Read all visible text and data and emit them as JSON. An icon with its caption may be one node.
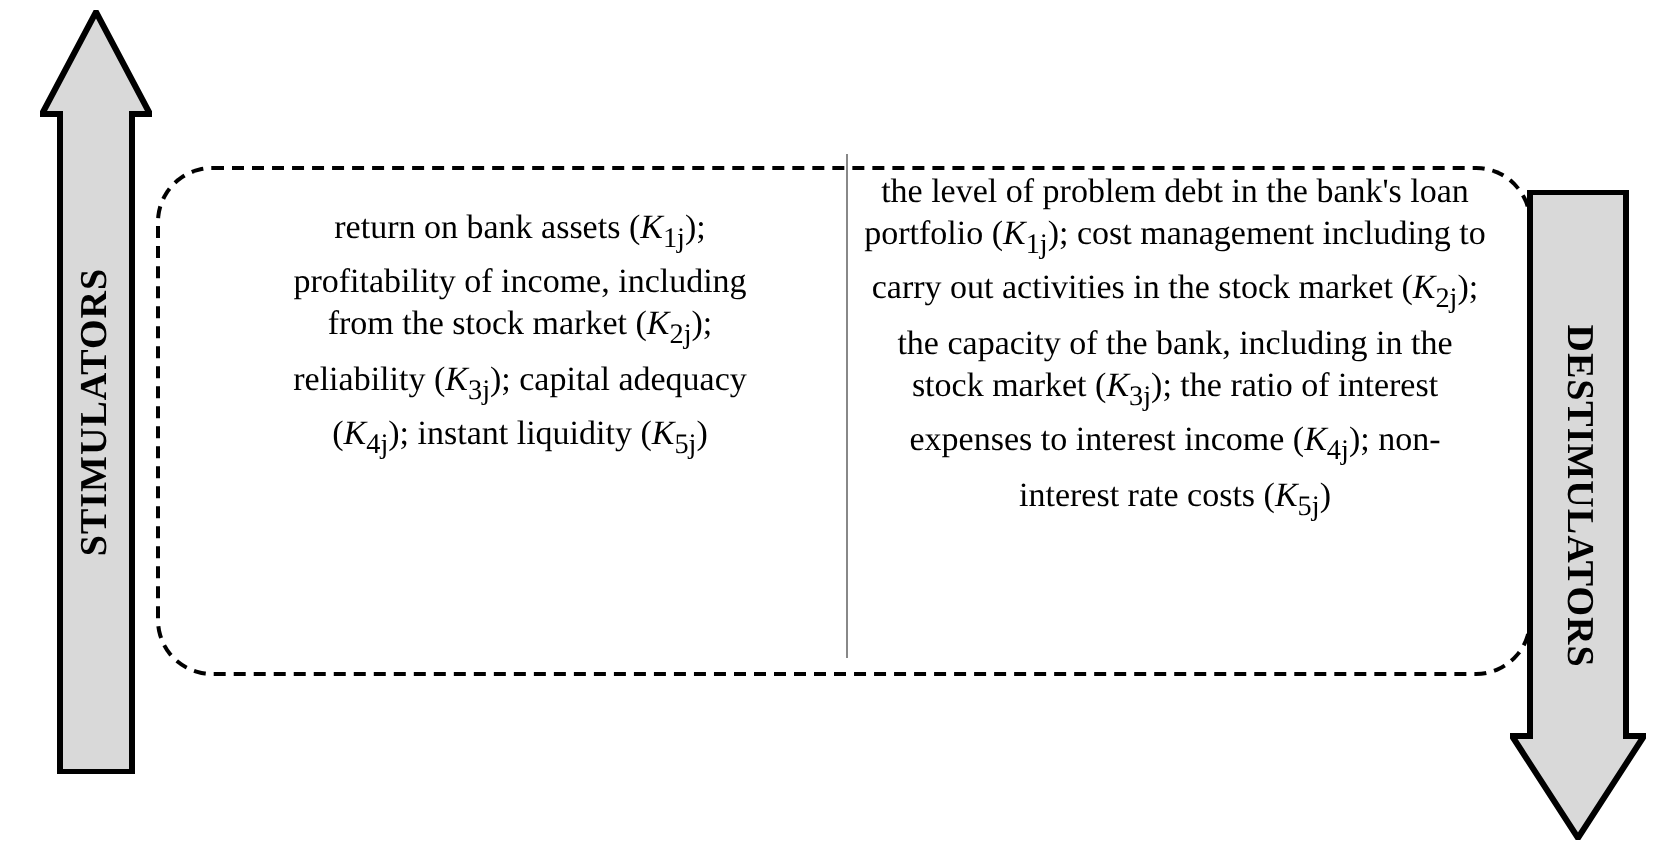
{
  "diagram": {
    "nodes": [
      {
        "text": [
          "STIMULATORS"
        ]
      },
      {
        "text": [
          "return on bank assets (*K*$_{1j}$); profitability of income, including from the stock market (*K*$_{2j}$); reliability (*K*$_{3j}$); capital adequacy (*K*$_{4j}$); instant liquidity (*K*$_{5j}$)",
          "the level of problem debt in the bank's loan portfolio (*K*$_{1j}$); cost management including to carry out activities in the stock market (*K*$_{2}$$_{j}$); the capacity of the bank, including in the stock market (*K*$_{3j}$); the ratio of interest expenses to interest income (*K*$_{4j}$); non-interest rate costs (*K*$_{5j}$)"
        ]
      },
      {
        "text": [
          "DESTIMULATORS"
        ]
      }
    ],
    "edges": []
  }
}
